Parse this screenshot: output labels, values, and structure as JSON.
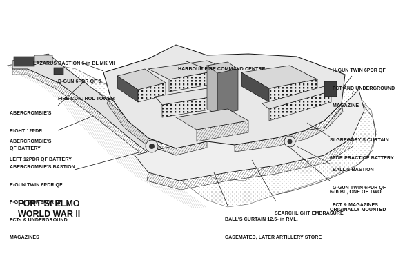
{
  "title": {
    "line1": "FORT St ELMO",
    "line2": "WORLD WAR II"
  },
  "labels": {
    "lazarus_bastion": [
      "LAZARUS BASTION 6-in BL MK VII",
      "D-GUN 6PDR QF &",
      "FIRE CONTROL TOWER"
    ],
    "harbour_fire": [
      "HARBOUR FIRE COMMAND CENTRE"
    ],
    "h_gun": [
      "H-GUN TWIN 6PDR QF",
      "FCT AND UNDERGROUND",
      "MAGAZINE"
    ],
    "abercrombie_right": [
      "ABERCROMBIE'S",
      "RIGHT 12PDR",
      "QF BATTERY"
    ],
    "abercrombie_left": [
      "ABERCROMBIE'S",
      "LEFT 12PDR QF BATTERY"
    ],
    "st_gregory": [
      "St GREGORY'S CURTAIN",
      "6PDR PRACTICE BATTERY"
    ],
    "abercrombie_bastion": [
      "ABERCROMBIE'S BASTION",
      "E-GUN TWIN 6PDR QF",
      "F-GUN TWIN 6PDR QF",
      "FCTs & UNDERGROUND",
      "MAGAZINES"
    ],
    "balls_bastion": [
      "BALL'S BASTION",
      "G-GUN TWIN 6PDR QF",
      "FCT & MAGAZINES"
    ],
    "six_in_bl": [
      "6-in BL, ONE OF TWO",
      "ORIGINALLY MOUNTED"
    ],
    "searchlight": [
      "SEARCHLIGHT EMBRASURE"
    ],
    "balls_curtain": [
      "BALL'S CURTAIN 12.5- in RML,",
      "CASEMATED, LATER ARTILLERY STORE"
    ]
  },
  "colors": {
    "ink": "#111111",
    "wall_light": "#e9e9e9",
    "wall_mid": "#bdbdbd",
    "wall_dark": "#4a4a4a",
    "rock": "#d8d8d8"
  }
}
